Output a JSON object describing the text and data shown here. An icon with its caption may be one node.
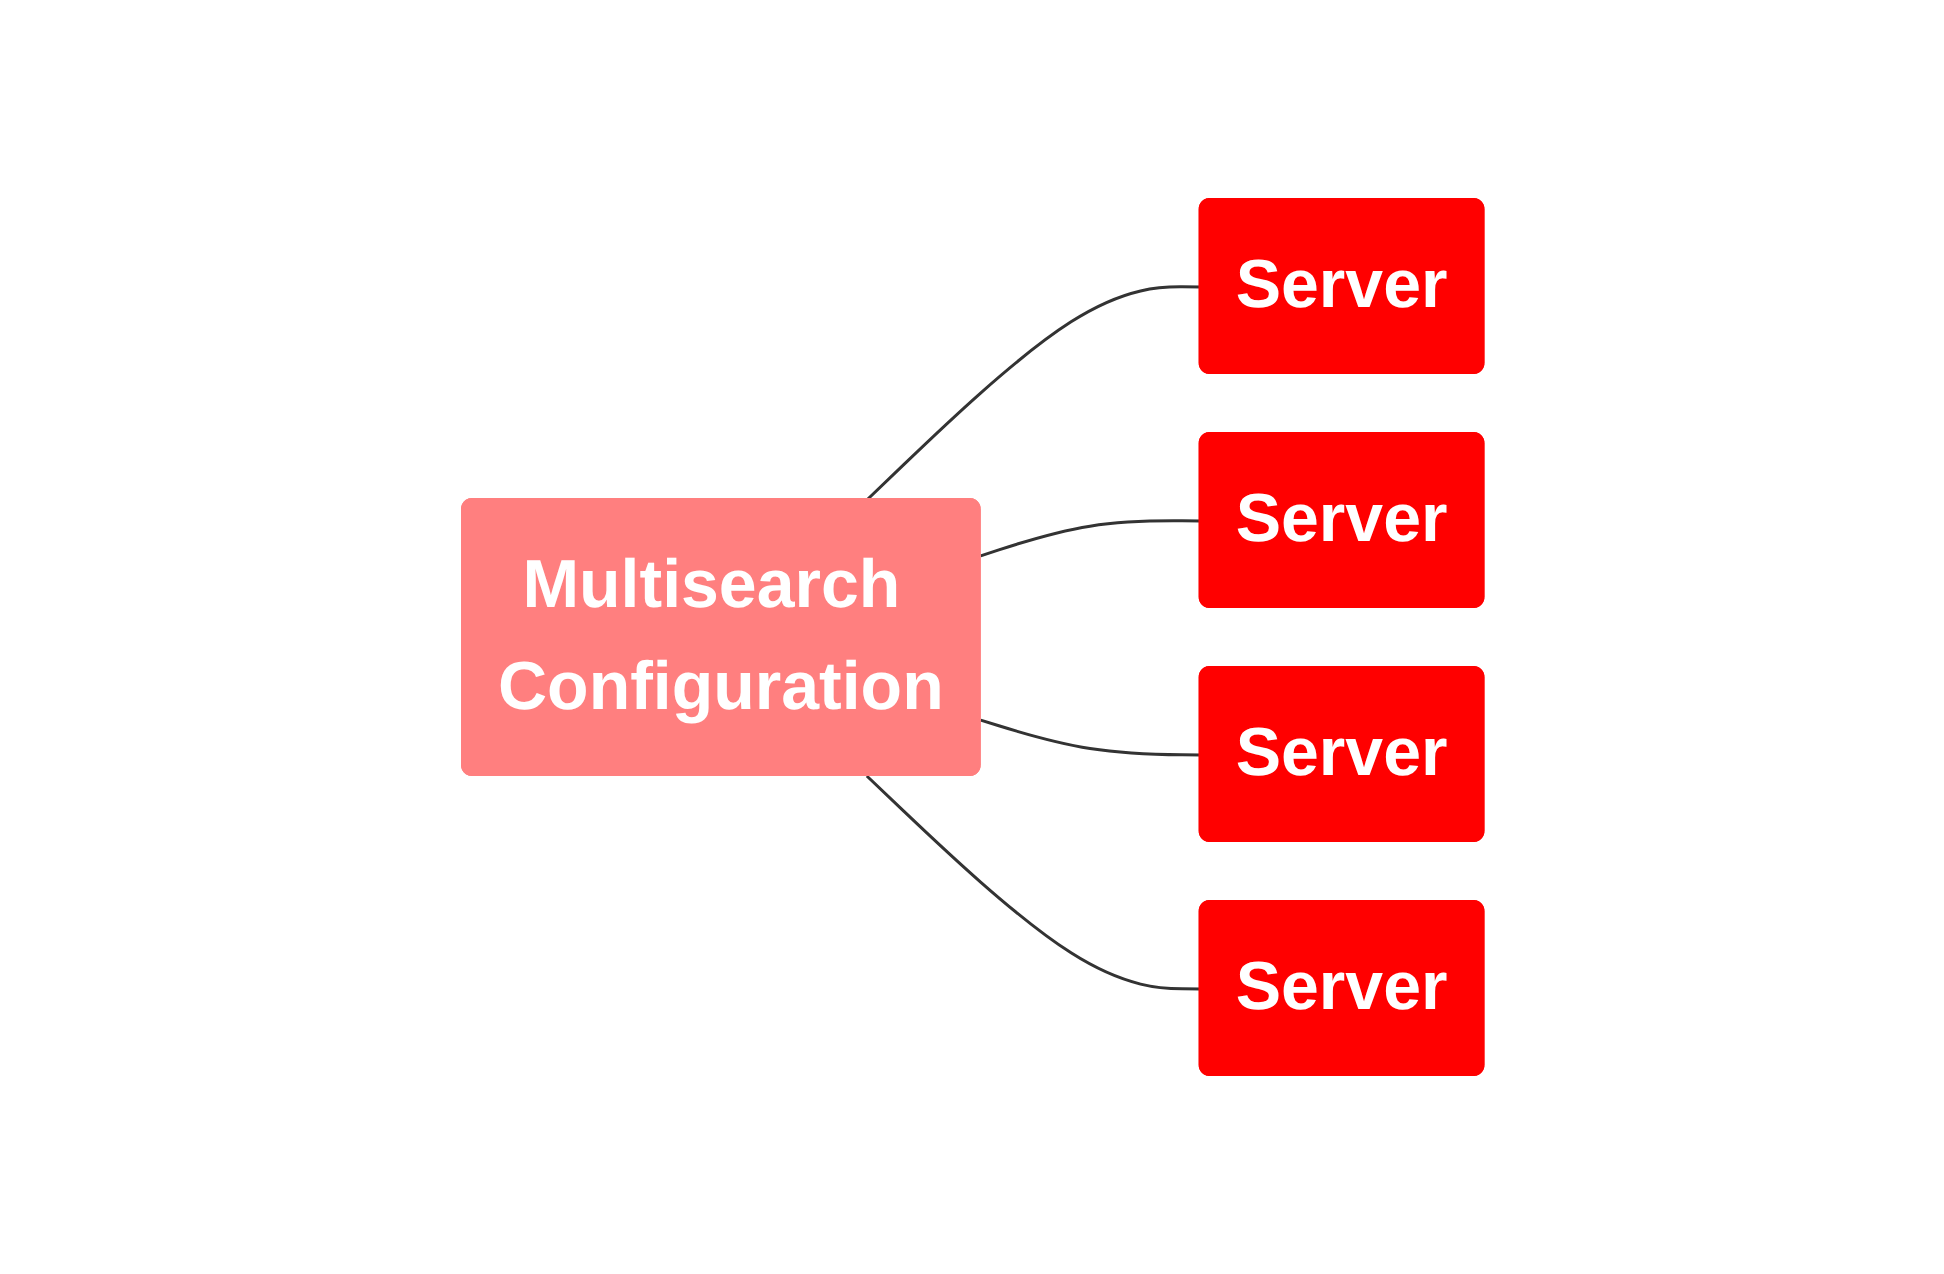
{
  "diagram": {
    "nodes": [
      {
        "text": [
          "Multisearch Configuration"
        ]
      },
      {
        "text": [
          "Server"
        ]
      },
      {
        "text": [
          "Server"
        ]
      },
      {
        "text": [
          "Server"
        ]
      },
      {
        "text": [
          "Server"
        ]
      }
    ],
    "edges": [
      {
        "from": 0,
        "to": 1,
        "arrow": "none"
      },
      {
        "from": 0,
        "to": 2,
        "arrow": "none"
      },
      {
        "from": 0,
        "to": 3,
        "arrow": "none"
      },
      {
        "from": 0,
        "to": 4,
        "arrow": "none"
      }
    ]
  }
}
